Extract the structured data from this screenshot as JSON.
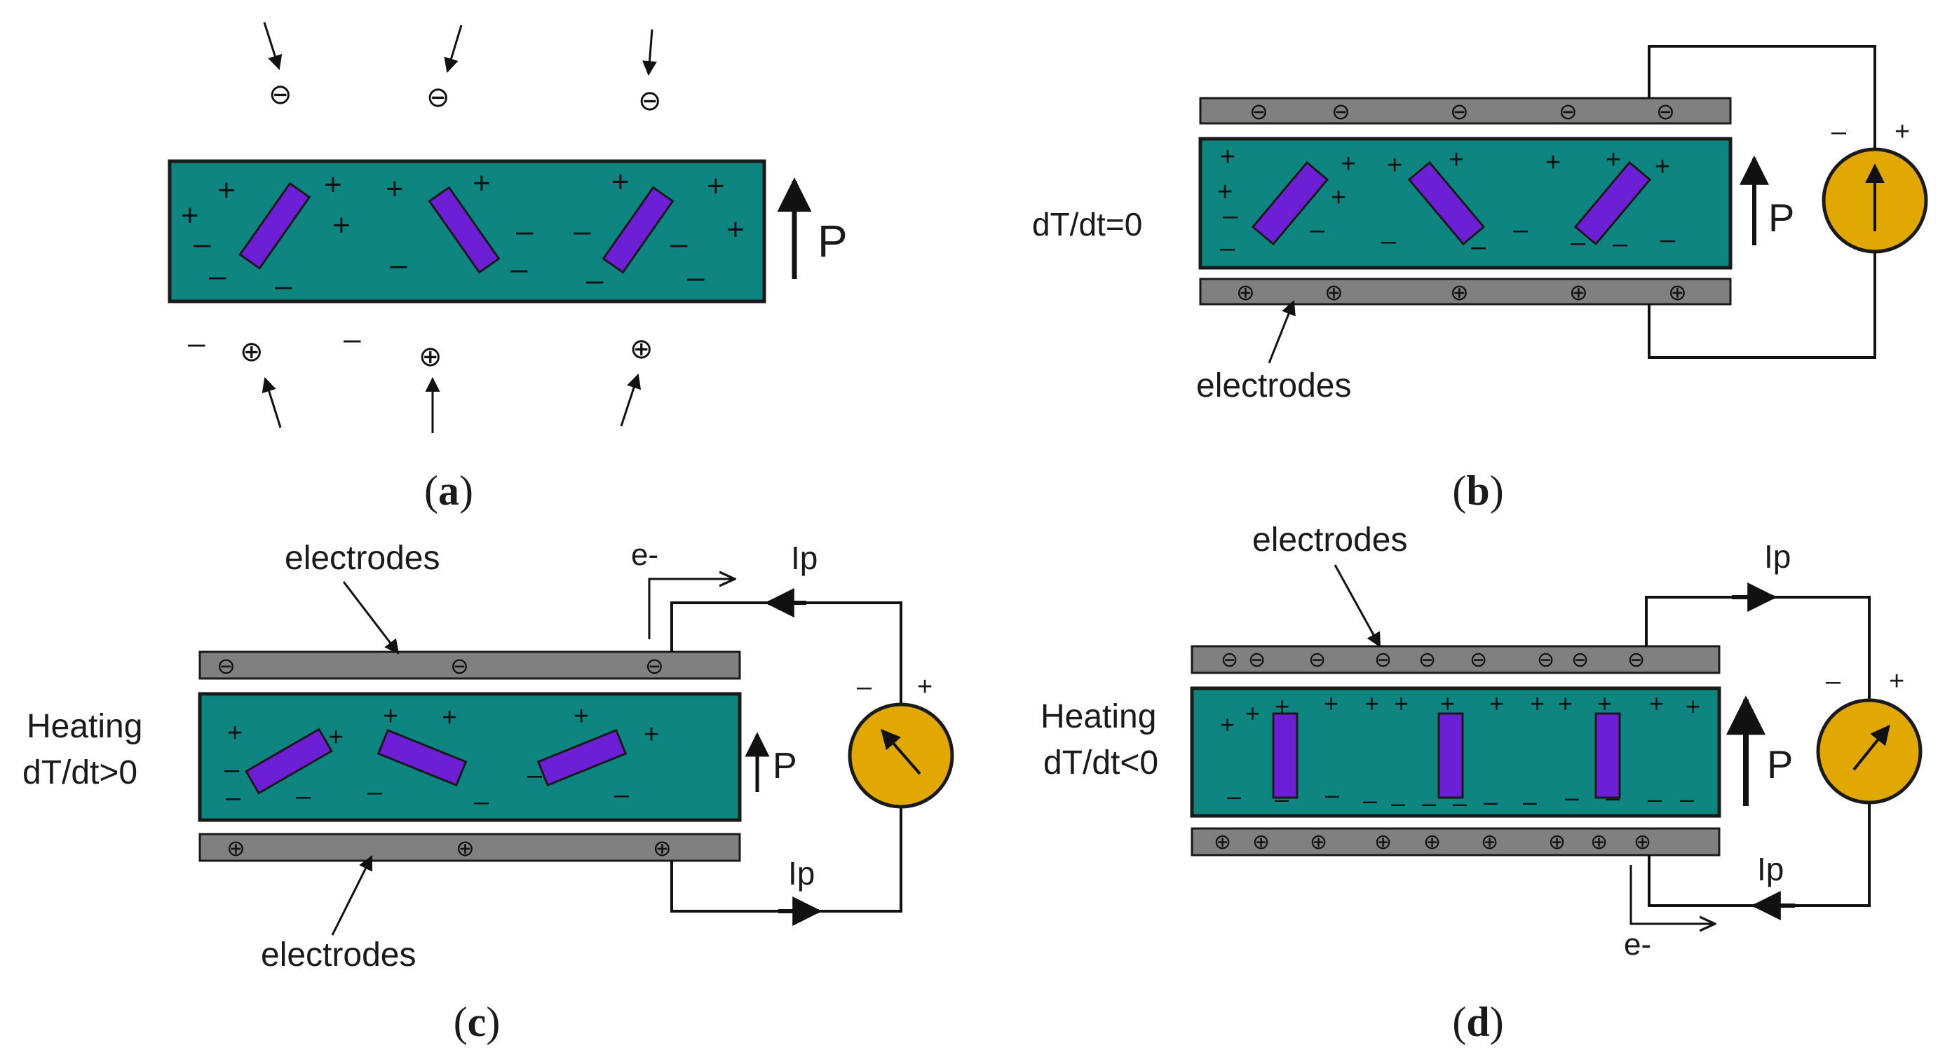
{
  "colors": {
    "crystal": "#0e8580",
    "dipole": "#6d1fd6",
    "electrode": "#808080",
    "meter": "#e0a800"
  },
  "symbols": {
    "plus": "+",
    "minus": "–",
    "neg_charge": "⊖",
    "pos_charge": "⊕"
  },
  "panel_a": {
    "caption_letter": "a",
    "p_label": "P"
  },
  "panel_b": {
    "caption_letter": "b",
    "p_label": "P",
    "condition": "dT/dt=0",
    "electrodes_label": "electrodes",
    "meter_minus": "–",
    "meter_plus": "+"
  },
  "panel_c": {
    "caption_letter": "c",
    "p_label": "P",
    "condition_line1": "Heating",
    "condition_line2": "dT/dt>0",
    "electrodes_top": "electrodes",
    "electrodes_bottom": "electrodes",
    "electron": "e-",
    "current_top": "Ip",
    "current_bottom": "Ip",
    "meter_minus": "–",
    "meter_plus": "+"
  },
  "panel_d": {
    "caption_letter": "d",
    "p_label": "P",
    "condition_line1": "Heating",
    "condition_line2": "dT/dt<0",
    "electrodes_label": "electrodes",
    "electron": "e-",
    "current_top": "Ip",
    "current_bottom": "Ip",
    "meter_minus": "–",
    "meter_plus": "+"
  }
}
